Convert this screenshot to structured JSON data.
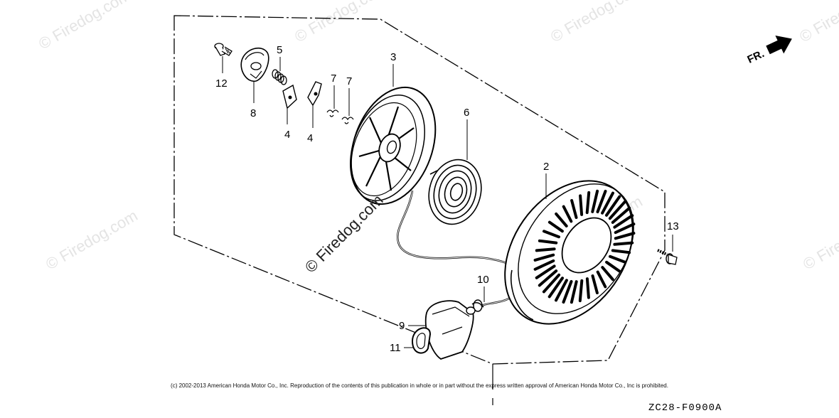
{
  "watermark": {
    "tile_text": "© Firedog.com",
    "center_text": "© Firedog.com"
  },
  "direction_arrow": {
    "label": "FR."
  },
  "callouts": {
    "part_2": "2",
    "part_3": "3",
    "part_4a": "4",
    "part_4b": "4",
    "part_5": "5",
    "part_6": "6",
    "part_7a": "7",
    "part_7b": "7",
    "part_8": "8",
    "part_9": "9",
    "part_10": "10",
    "part_11": "11",
    "part_12": "12",
    "part_13": "13"
  },
  "footer": {
    "copyright": "(c) 2002-2013 American Honda Motor Co., Inc. Reproduction of the contents of this publication in whole or in part without the express written approval of American Honda Motor Co., Inc is prohibited.",
    "drawing_code": "ZC28-F0900A"
  }
}
